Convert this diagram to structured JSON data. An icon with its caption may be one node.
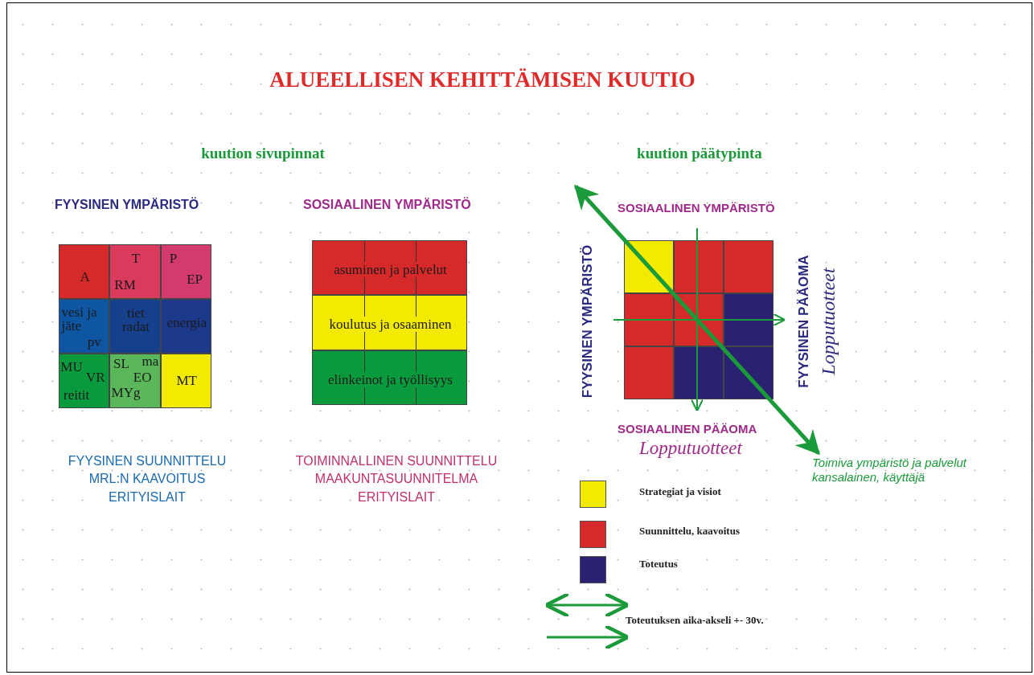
{
  "diagram": {
    "title": "ALUEELLISEN KEHITTÄMISEN KUUTIO",
    "nodes": [
      {
        "text": [
          "A"
        ]
      },
      {
        "text": [
          "T",
          "RM"
        ]
      },
      {
        "text": [
          "P",
          "EP"
        ]
      },
      {
        "text": [
          "vesi ja jäte",
          "pv"
        ]
      },
      {
        "text": [
          "tiet radat"
        ]
      },
      {
        "text": [
          "energia"
        ]
      },
      {
        "text": [
          "MU",
          "VR",
          "reitit"
        ]
      },
      {
        "text": [
          "SL",
          "ma",
          "EO",
          "MYg"
        ]
      },
      {
        "text": [
          "MT"
        ]
      },
      {
        "text": [
          "asuminen ja palvelut"
        ]
      },
      {
        "text": [
          "koulutus ja osaaminen"
        ]
      },
      {
        "text": [
          "elinkeinot ja työllisyys"
        ]
      },
      {
        "text": [],
        "shape": "box"
      },
      {
        "text": [],
        "shape": "box"
      },
      {
        "text": [],
        "shape": "box"
      },
      {
        "text": [],
        "shape": "box"
      },
      {
        "text": [],
        "shape": "box"
      },
      {
        "text": [],
        "shape": "box"
      },
      {
        "text": [],
        "shape": "box"
      },
      {
        "text": [],
        "shape": "box"
      },
      {
        "text": [],
        "shape": "box"
      }
    ],
    "edges": [],
    "labels": [
      "kuution sivupinnat",
      "kuution päätypinta",
      "FYYSINEN YMPÄRISTÖ",
      "SOSIAALINEN YMPÄRISTÖ",
      "FYYSINEN SUUNNITTELU",
      "MRL:N KAAVOITUS",
      "ERITYISLAIT",
      "TOIMINNALLINEN SUUNNITTELU",
      "MAAKUNTASUUNNITELMA",
      "ERITYISLAIT",
      "SOSIAALINEN YMPÄRISTÖ",
      "FYYSINEN YMPÄRISTÖ",
      "FYYSINEN PÄÄOMA",
      "Lopputuotteet",
      "SOSIAALINEN PÄÄOMA",
      "Lopputuotteet",
      "Toimiva ympäristö ja palvelut",
      "kansalainen, käyttäjä"
    ],
    "legend": [
      {
        "text": "Strategiat ja visiot",
        "color": "#f2ea00"
      },
      {
        "text": "Suunnittelu, kaavoitus",
        "color": "#d62a2a"
      },
      {
        "text": "Toteutus",
        "color": "#2a2170"
      },
      {
        "text": "Toteutuksen aika-akseli +- 30v."
      }
    ]
  }
}
